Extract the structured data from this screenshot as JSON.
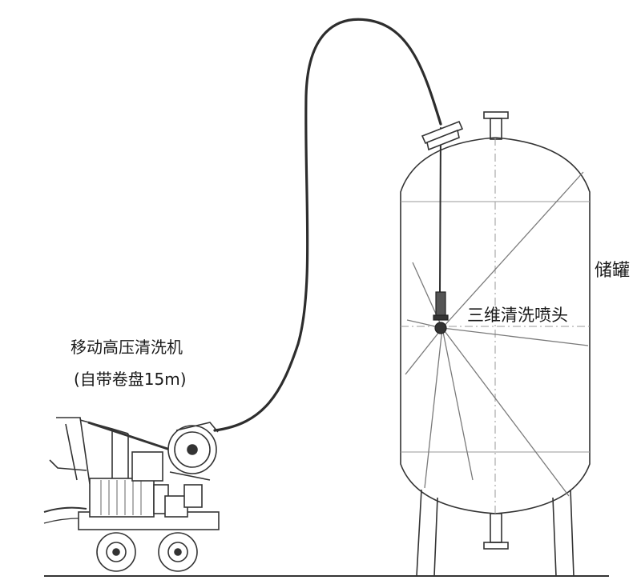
{
  "labels": {
    "machine": "移动高压清洗机",
    "reel": "(自带卷盘15m)",
    "nozzle": "三维清洗喷头",
    "tank": "储罐"
  },
  "colors": {
    "line": "#333333",
    "light_line": "#9a9a9a",
    "text": "#1a1a1a",
    "background": "#ffffff"
  },
  "icons": {
    "machine": "pressure-washer-cart-icon",
    "tank": "vertical-storage-tank-icon",
    "nozzle": "rotary-spray-nozzle-icon",
    "hose": "high-pressure-hose"
  }
}
